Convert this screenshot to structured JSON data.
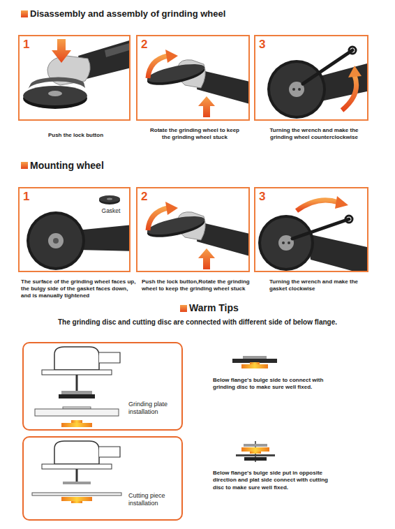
{
  "diagram": {
    "nodes": [
      {
        "text": [
          "1",
          "Push the lock button"
        ]
      },
      {
        "text": [
          "2",
          "Rotate the grinding wheel to keep the grinding wheel stuck"
        ]
      },
      {
        "text": [
          "3",
          "Turning the wrench and make the grinding wheel counterclockwise"
        ]
      },
      {
        "text": [
          "1",
          "Gasket",
          "The surface of the grinding wheel faces up, the bulgy side of the gasket faces down, and is manually tightened"
        ]
      },
      {
        "text": [
          "2",
          "Push the lock button,Rotate the grinding wheel to keep the grinding wheel stuck"
        ]
      },
      {
        "text": [
          "3",
          "Turning the wrench and make the gasket clockwise"
        ]
      },
      {
        "text": [
          "Grinding plate installation"
        ]
      },
      {
        "text": [
          "Cutting piece installation"
        ]
      }
    ],
    "labels": [
      "Disassembly and assembly of grinding wheel",
      "Mounting wheel",
      "Warm Tips",
      "The grinding disc and cutting disc are connected with different side of below flange.",
      "Below flange's bulge side to connect with grinding disc to make sure well fixed.",
      "Below flange's bulge side put in opposite direction and plat side connect with cutting disc to make sure well fixed."
    ]
  }
}
